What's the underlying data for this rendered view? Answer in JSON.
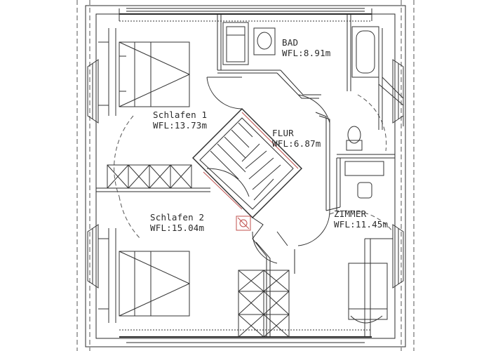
{
  "rooms": {
    "bad": {
      "name": "BAD",
      "area": "WFL:8.91m"
    },
    "schlafen1": {
      "name": "Schlafen 1",
      "area": "WFL:13.73m"
    },
    "flur": {
      "name": "FLUR",
      "area": "WFL:6.87m"
    },
    "schlafen2": {
      "name": "Schlafen 2",
      "area": "WFL:15.04m"
    },
    "zimmer": {
      "name": "ZIMMER",
      "area": "WFL:11.45m"
    }
  },
  "colors": {
    "line": "#333333",
    "wall": "#2b2b2b",
    "accent": "#c0504d"
  },
  "icons": [
    "stair-icon",
    "toilet-icon",
    "sink-icon",
    "bathtub-icon",
    "shower-icon",
    "bed-icon",
    "window-icon",
    "chimney-icon",
    "door-swing-icon",
    "wardrobe-icon",
    "desk-icon"
  ]
}
